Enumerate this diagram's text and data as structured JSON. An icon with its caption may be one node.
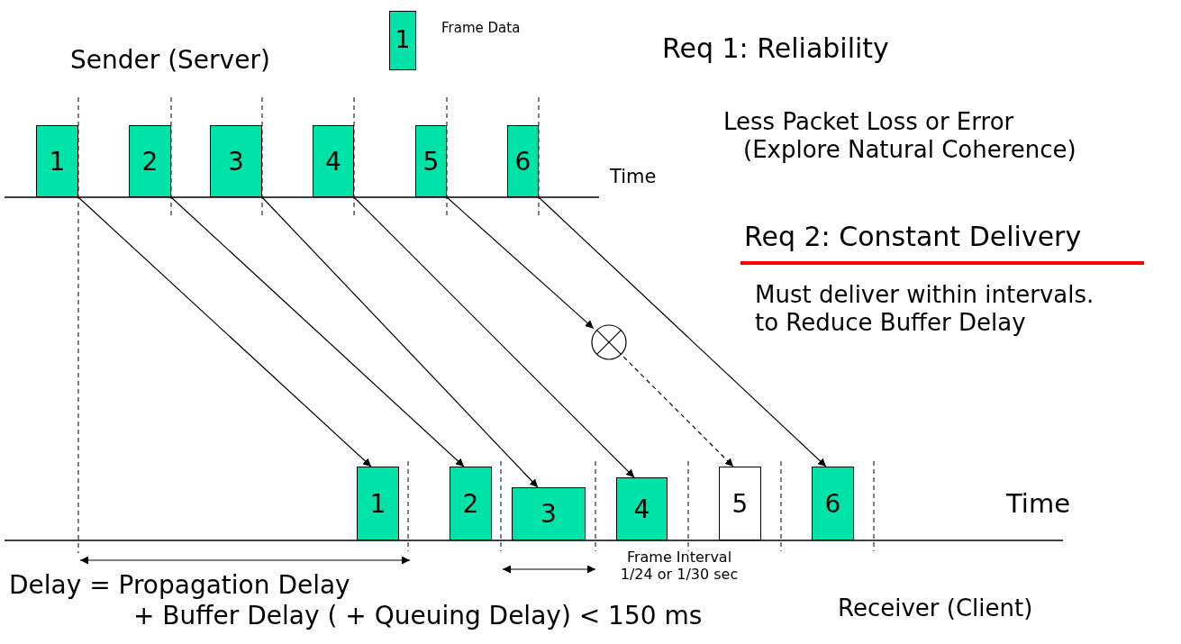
{
  "diagram": {
    "nodes": [
      {
        "text": [
          "1"
        ]
      },
      {
        "text": [
          "2"
        ]
      },
      {
        "text": [
          "3"
        ]
      },
      {
        "text": [
          "4"
        ]
      },
      {
        "text": [
          "5"
        ]
      },
      {
        "text": [
          "6"
        ]
      },
      {
        "text": [],
        "shape": "circle"
      },
      {
        "text": [
          "1"
        ]
      },
      {
        "text": [
          "2"
        ]
      },
      {
        "text": [
          "3"
        ]
      },
      {
        "text": [
          "4"
        ]
      },
      {
        "text": [
          "5"
        ]
      },
      {
        "text": [
          "6"
        ]
      }
    ],
    "edges": [
      {
        "from": 0,
        "to": 7,
        "arrow": "to"
      },
      {
        "from": 1,
        "to": 8,
        "arrow": "to"
      },
      {
        "from": 2,
        "to": 9,
        "arrow": "to"
      },
      {
        "from": 3,
        "to": 10,
        "arrow": "to"
      },
      {
        "from": 4,
        "to": 6,
        "arrow": "to"
      },
      {
        "from": 6,
        "to": 11,
        "arrow": "to",
        "style": "dashed"
      },
      {
        "from": 5,
        "to": 12,
        "arrow": "to"
      }
    ],
    "labels": [
      "Sender (Server)",
      "1",
      "Req 1: Reliability",
      "Less Packet Loss or Error (Explore Natural Coherence)",
      "Time",
      "Req 2: Constant Delivery",
      "Must deliver within intervals. to Reduce Buffer Delay",
      "Time",
      "Frame Interval 1/24 or 1/30 sec",
      "Delay = Propagation Delay + Buffer Delay ( + Queuing Delay) < 150 ms",
      "Receiver (Client)"
    ],
    "legend": [
      {
        "text": "Frame Data",
        "color": "#00e3a8"
      }
    ]
  }
}
